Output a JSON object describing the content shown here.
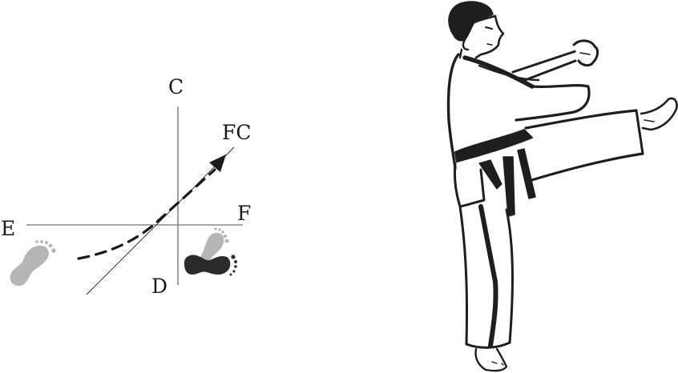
{
  "diagram": {
    "labels": {
      "north": "C",
      "northeast": "FC",
      "east": "F",
      "west": "E",
      "south": "D"
    },
    "colors": {
      "axis": "#8c8c8c",
      "diagonal": "#1a1a1a",
      "path": "#1a1a1a",
      "foot_start": "#b5b5b5",
      "foot_pivot_light": "#b5b5b5",
      "foot_pivot_dark": "#2b2b2b",
      "figure_ink": "#1e1e1e"
    },
    "icons": {
      "start_foot": "footprint-icon",
      "pivot_feet": "footprints-icon",
      "arrow": "arrowhead-icon"
    }
  },
  "illustration": {
    "subject": "martial-artist-front-kick"
  }
}
